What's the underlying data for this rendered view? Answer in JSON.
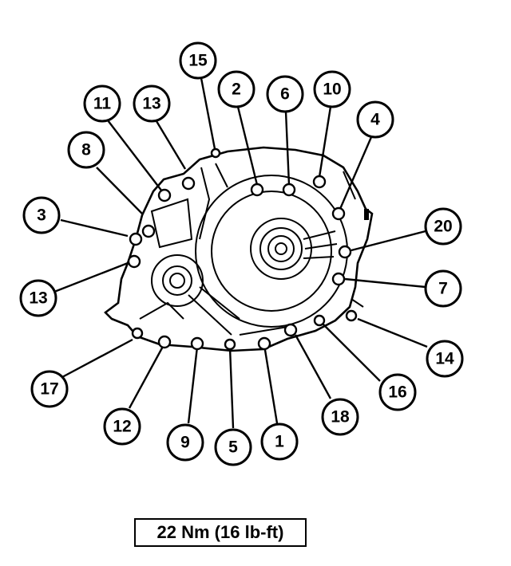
{
  "colors": {
    "ink": "#000000",
    "paper": "#ffffff"
  },
  "torque_spec": "22 Nm (16 lb-ft)",
  "callouts": [
    {
      "label": "15"
    },
    {
      "label": "2"
    },
    {
      "label": "6"
    },
    {
      "label": "10"
    },
    {
      "label": "11"
    },
    {
      "label": "13"
    },
    {
      "label": "4"
    },
    {
      "label": "8"
    },
    {
      "label": "3"
    },
    {
      "label": "20"
    },
    {
      "label": "13"
    },
    {
      "label": "7"
    },
    {
      "label": "14"
    },
    {
      "label": "17"
    },
    {
      "label": "16"
    },
    {
      "label": "12"
    },
    {
      "label": "18"
    },
    {
      "label": "9"
    },
    {
      "label": "5"
    },
    {
      "label": "1"
    }
  ]
}
